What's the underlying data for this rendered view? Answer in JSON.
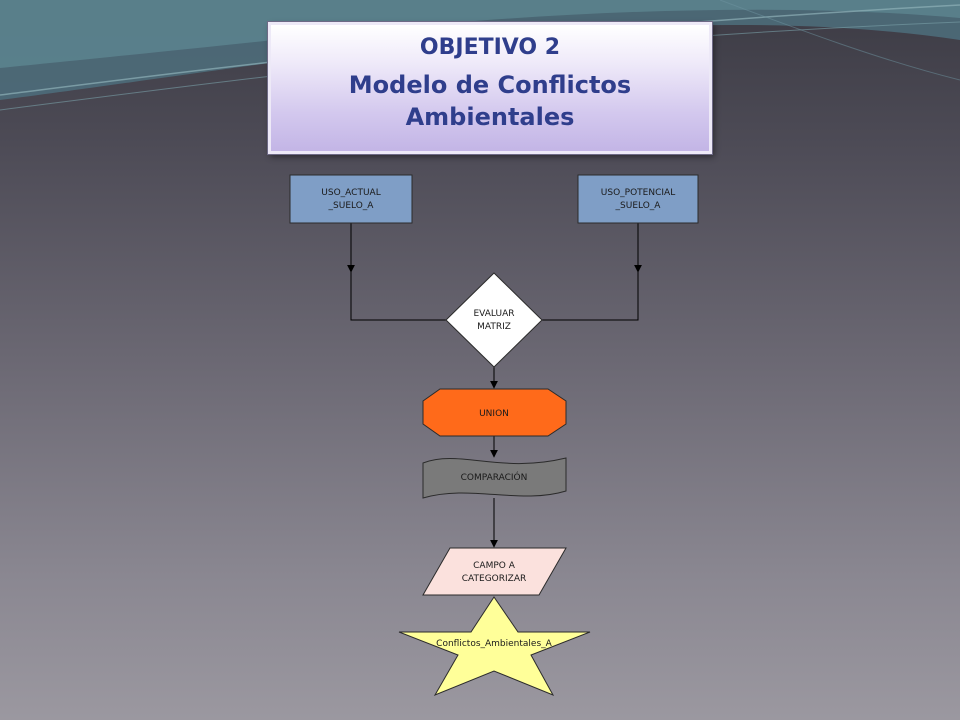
{
  "title": {
    "line1": "OBJETIVO 2",
    "line2": "Modelo de Conflictos",
    "line3": "Ambientales"
  },
  "colors": {
    "input_box": "#7f9ec6",
    "decision": "#ffffff",
    "union": "#ff6a1a",
    "comparacion": "#7a7a7a",
    "campo": "#fbe1dd",
    "output_star": "#ffff99",
    "title_text": "#2f3e8c"
  },
  "nodes": {
    "uso_actual": {
      "line1": "USO_ACTUAL",
      "line2": "_SUELO_A"
    },
    "uso_potencial": {
      "line1": "USO_POTENCIAL",
      "line2": "_SUELO_A"
    },
    "evaluar": {
      "line1": "EVALUAR",
      "line2": "MATRIZ"
    },
    "union": {
      "label": "UNION"
    },
    "comparacion": {
      "label": "COMPARACIÓN"
    },
    "campo": {
      "line1": "CAMPO A",
      "line2": "CATEGORIZAR"
    },
    "output": {
      "label": "Conflictos_Ambientales_A"
    }
  },
  "icons": {
    "arrow": "arrowhead-icon"
  }
}
